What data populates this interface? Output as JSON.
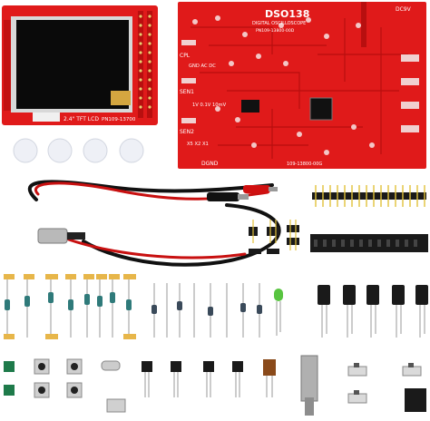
{
  "lcd_board": {
    "label": "2.4\" TFT LCD",
    "part_number": "PN109-13700"
  },
  "main_board": {
    "model": "DSO138",
    "subtitle": "DIGITAL OSCILLOSCOPE",
    "part_number": "PN109-13800-00D",
    "bottom_part_number": "109-13800-00G",
    "power_label": "DC9V",
    "left_labels": {
      "cpl": "CPL",
      "cpl_modes": "GND AC DC",
      "sen1": "SEN1",
      "sen1_values": "1V 0.1V 10mV",
      "sen2": "SEN2",
      "sen2_values": "X5 X2 X1",
      "dgnd": "DGND"
    }
  },
  "colors": {
    "pcb_red": "#e01a1a",
    "pcb_red_dark": "#b80f0f",
    "lcd_screen": "#0a0a0a",
    "header_black": "#1a1a1a"
  }
}
